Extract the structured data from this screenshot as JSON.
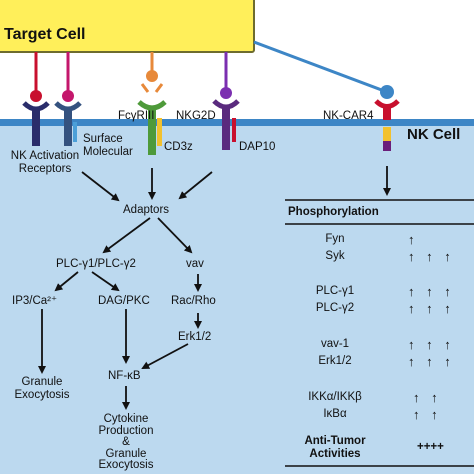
{
  "target_cell": {
    "label": "Target Cell",
    "color": "#ffef5a"
  },
  "nk_cell": {
    "label": "NK Cell",
    "color": "#bcd9ef",
    "membrane_color": "#3d86c6"
  },
  "receptors": {
    "activation": "NK Activation\nReceptors",
    "surface_molecular": "Surface\nMolecular",
    "fcgriii": "FcγRIII",
    "cd3z": "CD3z",
    "nkg2d": "NKG2D",
    "dap10": "DAP10",
    "nk_car4": "NK-CAR4"
  },
  "pathway": {
    "adaptors": "Adaptors",
    "plc": "PLC-γ1/PLC-γ2",
    "vav": "vav",
    "ip3": "IP3/Ca²⁺",
    "dag": "DAG/PKC",
    "rac": "Rac/Rho",
    "erk": "Erk1/2",
    "nfkb": "NF-κB",
    "granule": "Granule\nExocytosis",
    "cytokine": "Cytokine\nProduction\n&\nGranule\nExocytosis"
  },
  "phosphorylation": {
    "title": "Phosphorylation",
    "rows": [
      {
        "name": "Fyn",
        "arrows": "↑"
      },
      {
        "name": "Syk",
        "arrows": "↑ ↑ ↑"
      },
      {
        "name": "PLC-γ1",
        "arrows": "↑ ↑ ↑"
      },
      {
        "name": "PLC-γ2",
        "arrows": "↑ ↑ ↑"
      },
      {
        "name": "vav-1",
        "arrows": "↑ ↑ ↑"
      },
      {
        "name": "Erk1/2",
        "arrows": "↑ ↑ ↑"
      },
      {
        "name": "IKKα/IKKβ",
        "arrows": "↑ ↑"
      },
      {
        "name": "IκBα",
        "arrows": "↑ ↑"
      }
    ],
    "anti_tumor_label": "Anti-Tumor\nActivities",
    "anti_tumor_value": "++++"
  }
}
